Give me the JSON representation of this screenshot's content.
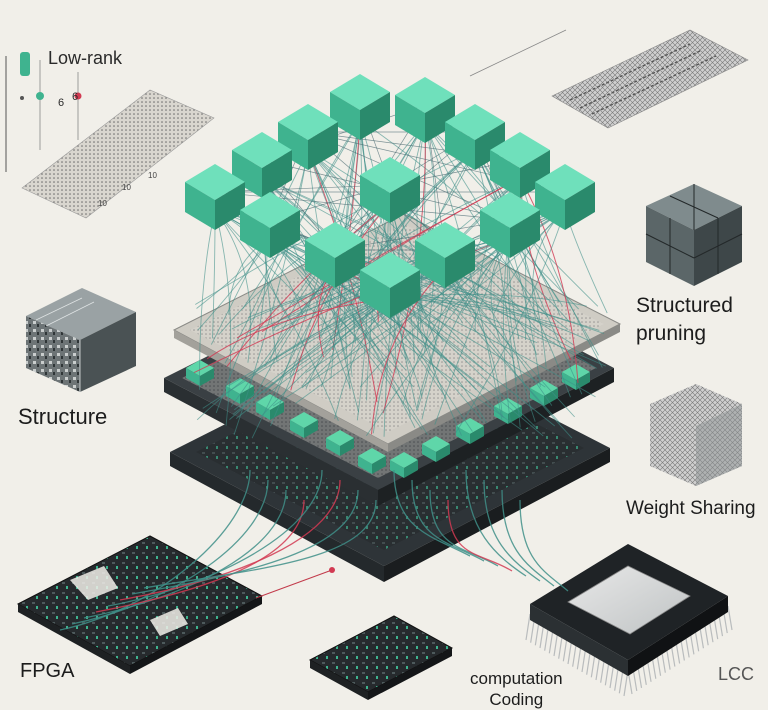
{
  "labels": {
    "low_rank": "Low-rank",
    "structure": "Structure",
    "structured_pruning_line1": "Structured",
    "structured_pruning_line2": "pruning",
    "weight_sharing": "Weight Sharing",
    "fpga": "FPGA",
    "computation_coding_line1": "computation",
    "computation_coding_line2": "Coding",
    "lcc": "LCC"
  },
  "low_rank_axis": {
    "tick_labels": [
      "10",
      "10",
      "10"
    ],
    "marker_digits": [
      "6",
      "6"
    ]
  },
  "colors": {
    "background": "#f1efe9",
    "node_green": "#3fb38f",
    "node_dark": "#2a8a6c",
    "wire_teal": "#3f8f88",
    "wire_red": "#d23a52",
    "layer_dark": "#2e3438",
    "chip_dark": "#1f2326"
  }
}
